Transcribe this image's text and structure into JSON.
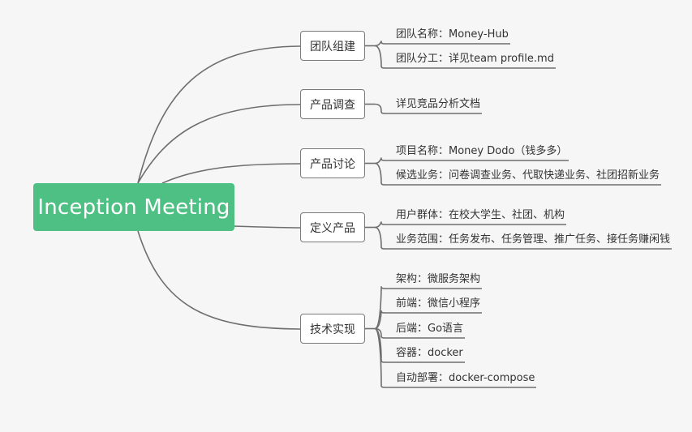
{
  "root": {
    "label": "Inception Meeting"
  },
  "branches": [
    {
      "label": "团队组建",
      "leaves": [
        "团队名称：Money-Hub",
        "团队分工：详见team profile.md"
      ]
    },
    {
      "label": "产品调查",
      "leaves": [
        "详见竞品分析文档"
      ]
    },
    {
      "label": "产品讨论",
      "leaves": [
        "项目名称：Money Dodo（钱多多）",
        "候选业务：问卷调查业务、代取快递业务、社团招新业务"
      ]
    },
    {
      "label": "定义产品",
      "leaves": [
        "用户群体：在校大学生、社团、机构",
        "业务范围：任务发布、任务管理、推广任务、接任务赚闲钱"
      ]
    },
    {
      "label": "技术实现",
      "leaves": [
        "架构：微服务架构",
        "前端：微信小程序",
        "后端：Go语言",
        "容器：docker",
        "自动部署：docker-compose"
      ]
    }
  ],
  "colors": {
    "root_fill": "#4fc083",
    "line": "#6e6e6e",
    "background": "#f6f6f6"
  }
}
